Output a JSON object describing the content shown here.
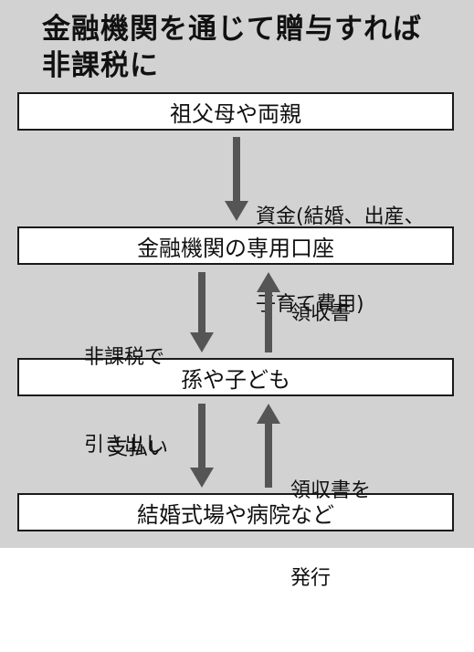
{
  "title_line1": "金融機関を通じて贈与すれば",
  "title_line2": "非課税に",
  "nodes": {
    "grandparents": "祖父母や両親",
    "account": "金融機関の専用口座",
    "grandchildren": "孫や子ども",
    "venues": "結婚式場や病院など"
  },
  "labels": {
    "funds_line1": "資金(結婚、出産、",
    "funds_line2": "子育て費用)",
    "withdraw_line1": "非課税で",
    "withdraw_line2": "引き出し",
    "receipt": "領収書",
    "payment": "支払い",
    "issue_receipt_line1": "領収書を",
    "issue_receipt_line2": "発行"
  },
  "colors": {
    "panel": "#d2d2d2",
    "arrow": "#555555",
    "box": "#ffffff",
    "border": "#1a1a1a"
  }
}
